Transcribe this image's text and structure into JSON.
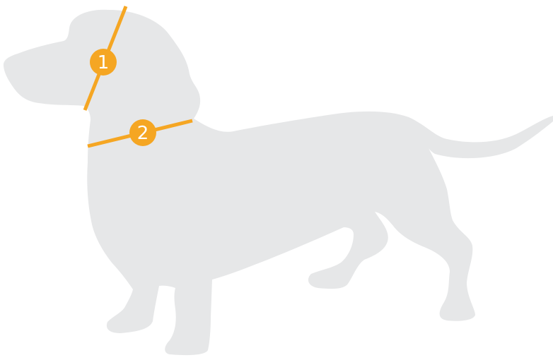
{
  "colors": {
    "silhouette": "#e6e7e8",
    "accent": "#f5a623",
    "marker_text": "#ffffff",
    "background": "#ffffff"
  },
  "figure": {
    "subject": "dog-silhouette",
    "measurements": [
      {
        "label": "1",
        "name": "head-circumference"
      },
      {
        "label": "2",
        "name": "neck-circumference"
      }
    ]
  }
}
